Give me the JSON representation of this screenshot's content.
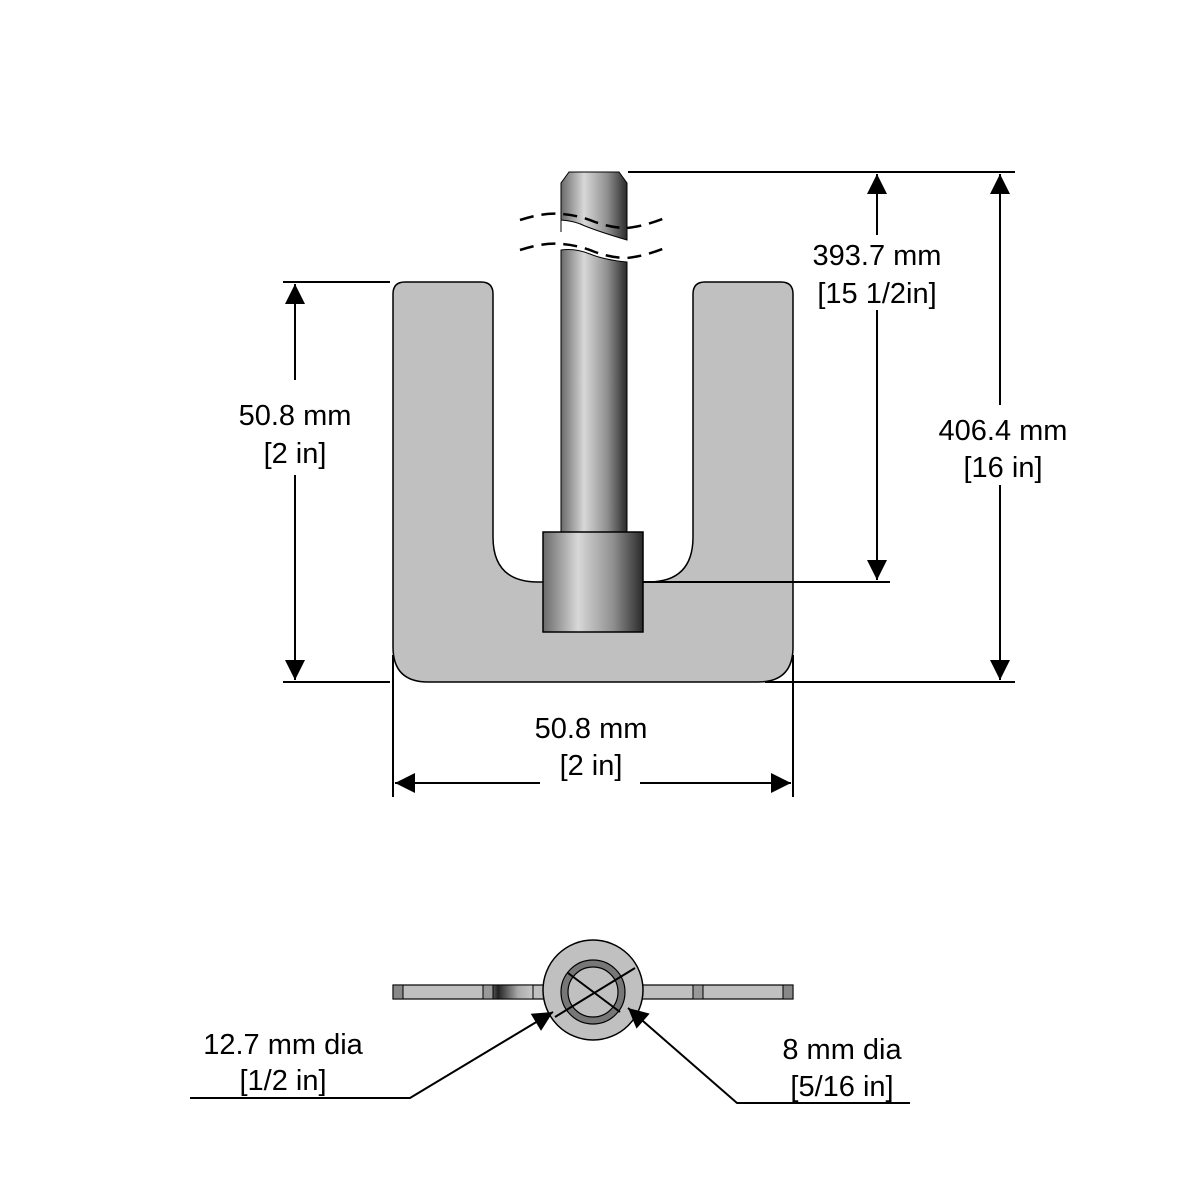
{
  "front_view": {
    "left_height": {
      "mm": "50.8 mm",
      "in": "[2 in]"
    },
    "bottom_width": {
      "mm": "50.8 mm",
      "in": "[2 in]"
    },
    "rod_length": {
      "mm": "393.7 mm",
      "in": "[15 1/2in]"
    },
    "overall_height": {
      "mm": "406.4 mm",
      "in": "[16 in]"
    }
  },
  "bottom_view": {
    "outer_diameter": {
      "mm": "12.7 mm dia",
      "in": "[1/2 in]"
    },
    "inner_diameter": {
      "mm": "8 mm dia",
      "in": "[5/16 in]"
    }
  },
  "colors": {
    "part_fill": "#c0c0c0",
    "line": "#000000"
  }
}
